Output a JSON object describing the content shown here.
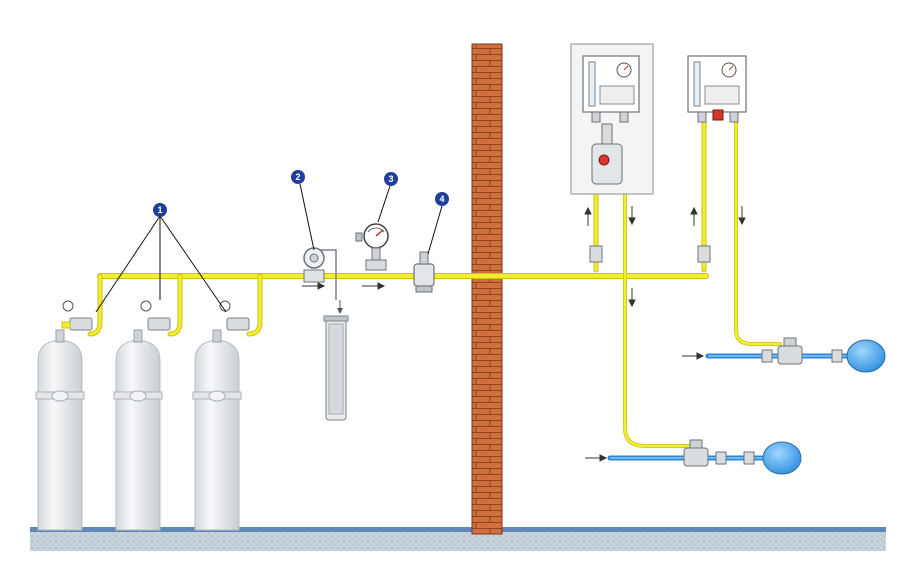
{
  "diagram": {
    "callouts": [
      {
        "id": "1",
        "label": "1"
      },
      {
        "id": "2",
        "label": "2"
      },
      {
        "id": "3",
        "label": "3"
      },
      {
        "id": "4",
        "label": "4"
      }
    ]
  },
  "colors": {
    "pipe": "#f2ee2e",
    "pipe_edge": "#c9c21a",
    "cylinder": "#eef0f2",
    "cylinder_edge": "#b9bdc2",
    "brick": "#cf6b3a",
    "brick_line": "#8a3c1c",
    "floor": "#a9bfd6",
    "floor_top": "#5f88b8",
    "water_in": "#3b8fd9",
    "water_out": "#4ea9ee",
    "callout": "#1f3f9a",
    "feeder_panel": "#f4f4f4",
    "pump_red": "#d9342b"
  },
  "icons": {
    "cylinder": "gas-cylinder-icon",
    "gauge": "pressure-gauge-icon",
    "valve": "valve-icon",
    "filter": "filter-icon",
    "chlorinator": "chlorinator-icon",
    "injector": "injector-icon"
  }
}
